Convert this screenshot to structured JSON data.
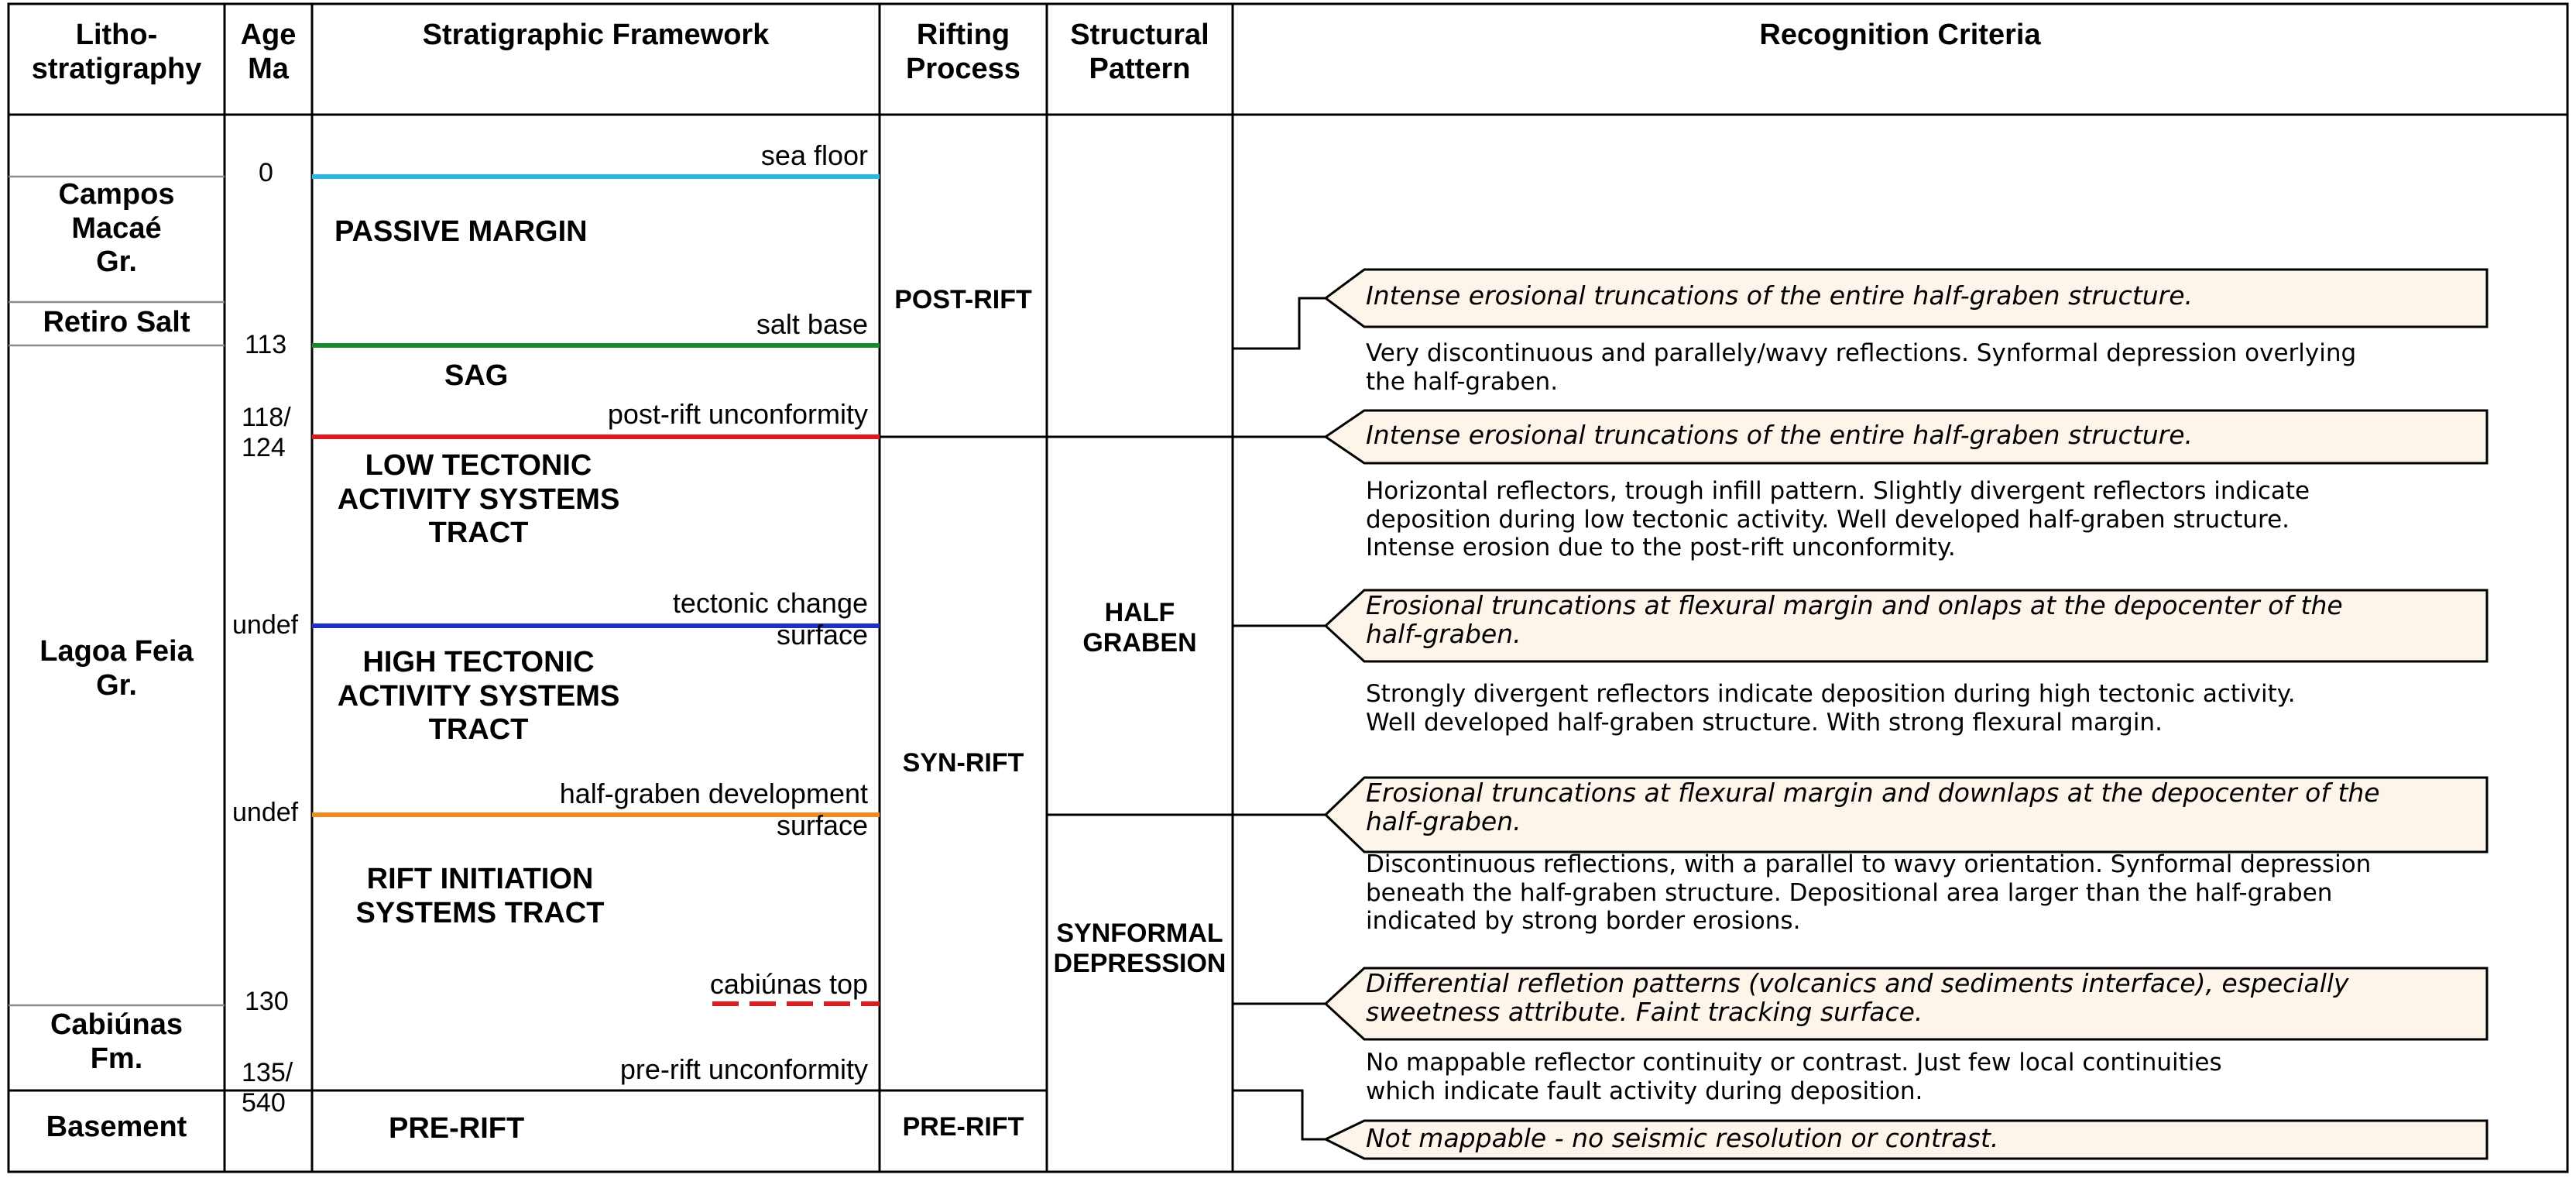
{
  "headers": {
    "lithostratigraphy": "Litho-\nstratigraphy",
    "age": "Age\nMa",
    "framework": "Stratigraphic Framework",
    "rifting": "Rifting\nProcess",
    "structural": "Structural\nPattern",
    "criteria": "Recognition Criteria"
  },
  "lithostratigraphy": [
    "Campos\nMacaé\nGr.",
    "Retiro Salt",
    "Lagoa Feia\nGr.",
    "Cabiúnas\nFm.",
    "Basement"
  ],
  "ages": [
    "0",
    "113",
    "118/\n124",
    "undef",
    "undef",
    "130",
    "135/\n540"
  ],
  "surfaces": [
    {
      "label": "sea floor",
      "color": "#29b6e8"
    },
    {
      "label": "salt base",
      "color": "#1a8a2e"
    },
    {
      "label": "post-rift unconformity",
      "color": "#e0191e"
    },
    {
      "label": "tectonic change\nsurface",
      "color": "#1f2fc8"
    },
    {
      "label": "half-graben development\nsurface",
      "color": "#f08a1e"
    },
    {
      "label": "cabiúnas top",
      "color": "#e0191e"
    },
    {
      "label": "pre-rift unconformity",
      "color": "#000000"
    }
  ],
  "tracts": [
    "PASSIVE MARGIN",
    "SAG",
    "LOW TECTONIC\nACTIVITY SYSTEMS\nTRACT",
    "HIGH TECTONIC\nACTIVITY SYSTEMS\nTRACT",
    "RIFT INITIATION\nSYSTEMS TRACT",
    "PRE-RIFT"
  ],
  "rifting": [
    "POST-RIFT",
    "SYN-RIFT",
    "PRE-RIFT"
  ],
  "structural": [
    "HALF\nGRABEN",
    "SYNFORMAL\nDEPRESSION"
  ],
  "callouts": [
    "Intense erosional truncations of the entire half-graben structure.",
    "Intense erosional truncations of the entire half-graben structure.",
    "Erosional truncations at flexural margin and onlaps at the depocenter of the\nhalf-graben.",
    "Erosional truncations at flexural margin and downlaps at the depocenter of the\nhalf-graben.",
    "Differential refletion patterns (volcanics and sediments interface), especially\nsweetness attribute. Faint tracking surface.",
    "Not mappable - no seismic resolution or contrast."
  ],
  "descriptions": [
    "Very discontinuous and parallely/wavy reflections. Synformal depression overlying\nthe half-graben.",
    "Horizontal reflectors, trough infill pattern. Slightly divergent reflectors indicate\ndeposition during low tectonic activity. Well developed half-graben structure.\nIntense erosion due to the post-rift unconformity.",
    "Strongly divergent reflectors indicate deposition during high tectonic activity.\nWell developed half-graben structure. With strong flexural margin.",
    "Discontinuous reflections, with a parallel to wavy orientation. Synformal depression\nbeneath the half-graben structure. Depositional area larger than the half-graben\nindicated by strong border erosions.",
    "No mappable reflector continuity or contrast. Just few local continuities\nwhich indicate fault activity during deposition."
  ],
  "colors": {
    "callout_fill": "#fdf4ea",
    "grid": "#000000",
    "thin_grid": "#8c8c8c"
  }
}
